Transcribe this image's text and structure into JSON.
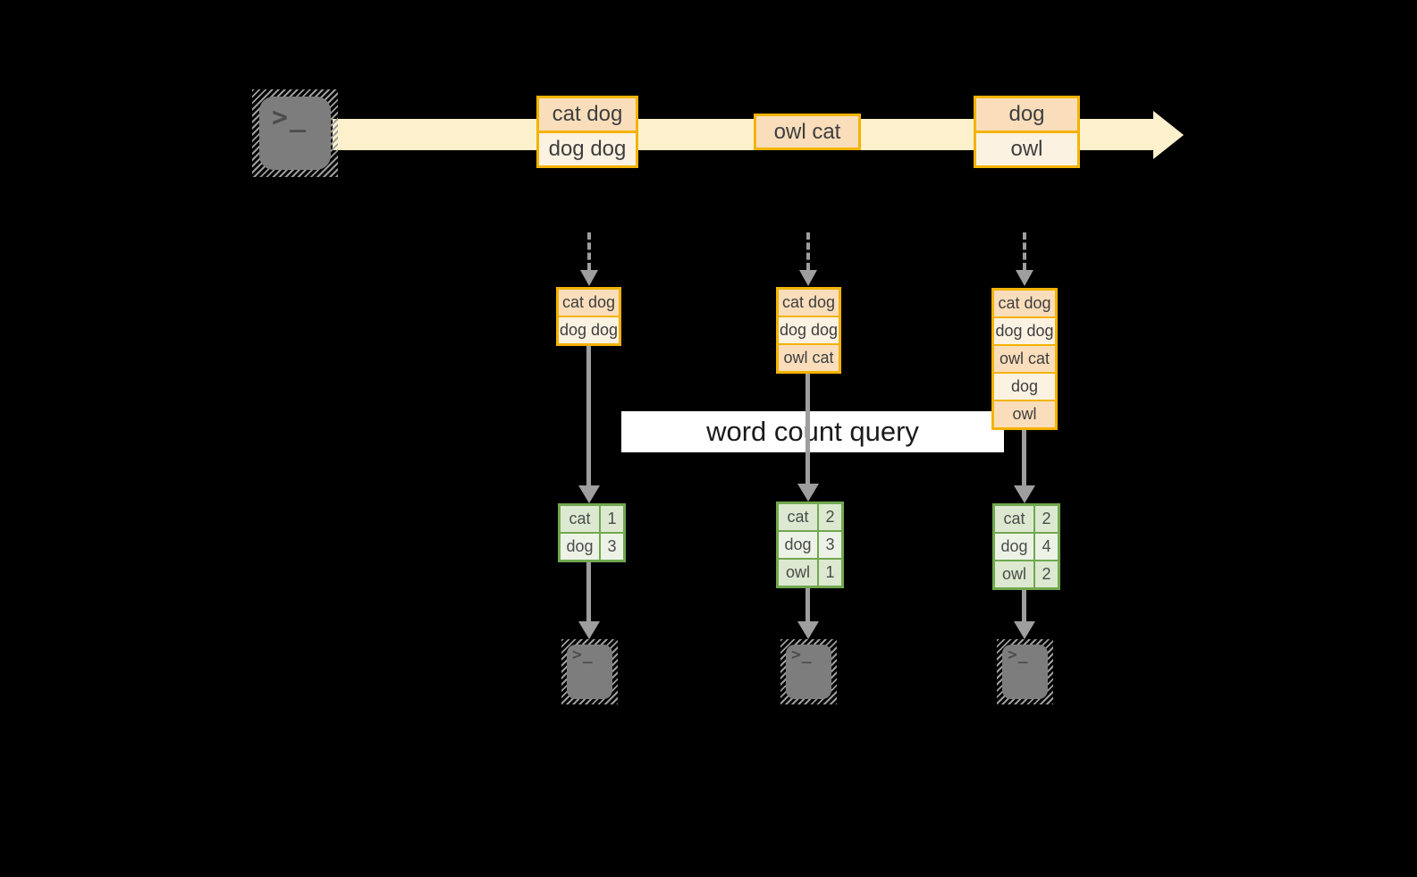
{
  "terminal": {
    "glyph": ">_"
  },
  "stream": {
    "events": [
      {
        "cells": [
          "cat dog",
          "dog dog"
        ]
      },
      {
        "cells": [
          "owl cat"
        ]
      },
      {
        "cells": [
          "dog",
          "owl"
        ]
      }
    ]
  },
  "query_label": "word count query",
  "columns": [
    {
      "buffer": [
        "cat dog",
        "dog dog"
      ],
      "counts": [
        {
          "word": "cat",
          "count": "1"
        },
        {
          "word": "dog",
          "count": "3"
        }
      ]
    },
    {
      "buffer": [
        "cat dog",
        "dog dog",
        "owl cat"
      ],
      "counts": [
        {
          "word": "cat",
          "count": "2"
        },
        {
          "word": "dog",
          "count": "3"
        },
        {
          "word": "owl",
          "count": "1"
        }
      ]
    },
    {
      "buffer": [
        "cat dog",
        "dog dog",
        "owl cat",
        "dog",
        "owl"
      ],
      "counts": [
        {
          "word": "cat",
          "count": "2"
        },
        {
          "word": "dog",
          "count": "4"
        },
        {
          "word": "owl",
          "count": "2"
        }
      ]
    }
  ],
  "icons": {
    "terminal": "terminal-icon"
  },
  "colors": {
    "background": "#000000",
    "stream_arrow": "#FCF1CC",
    "box_border": "#F3B300",
    "box_fill_dark": "#FADEBC",
    "box_fill_light": "#FCF2E2",
    "table_border": "#71A84F",
    "table_fill_dark": "#DCE9D0",
    "table_fill_light": "#ECF3E6",
    "arrow_gray": "#9E9E9E",
    "terminal_gray": "#7D7D7D",
    "query_label_bg": "#FFFFFF",
    "text": "#3E3E3E"
  }
}
